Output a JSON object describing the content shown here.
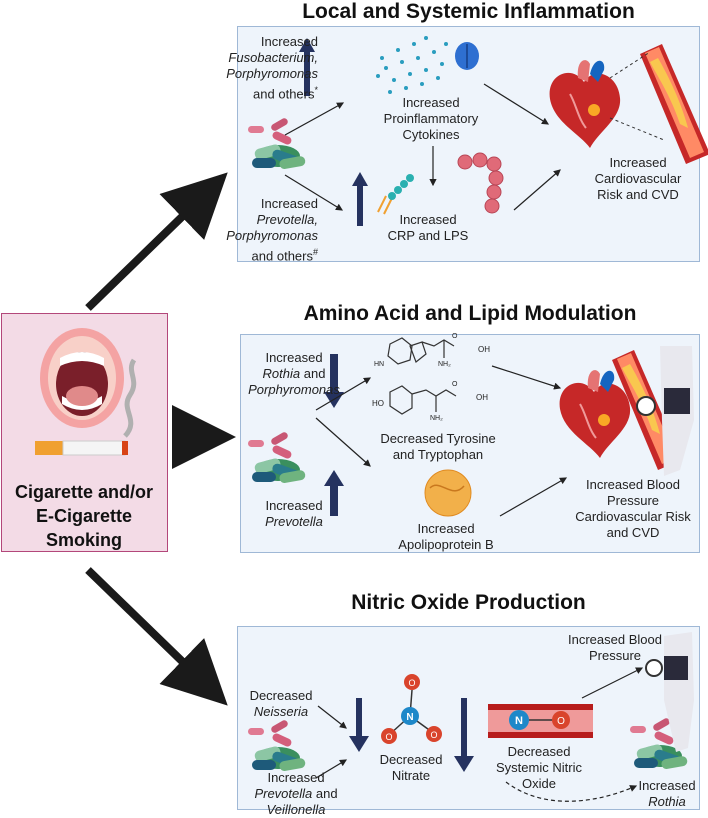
{
  "source": {
    "line1": "Cigarette and/or",
    "line2": "E-Cigarette",
    "line3": "Smoking"
  },
  "panel1": {
    "title": "Local and Systemic Inflammation",
    "bact_up_1": {
      "l1": "Increased",
      "l2": "Fusobacterium,",
      "l3": "Porphyromonas",
      "l4": "and others",
      "sup": "*"
    },
    "bact_up_2": {
      "l1": "Increased",
      "l2": "Prevotella,",
      "l3": "Porphyromonas",
      "l4": "and others",
      "sup": "#"
    },
    "cytokines": {
      "l1": "Increased",
      "l2": "Proinflammatory",
      "l3": "Cytokines"
    },
    "crp": {
      "l1": "Increased",
      "l2": "CRP and LPS"
    },
    "outcome": {
      "l1": "Increased",
      "l2": "Cardiovascular",
      "l3": "Risk and CVD"
    }
  },
  "panel2": {
    "title": "Amino Acid and Lipid Modulation",
    "bact_1": {
      "l1": "Increased",
      "l2a": "Rothia",
      "l2b": " and",
      "l3": "Porphyromonas"
    },
    "bact_2": {
      "l1": "Increased",
      "l2": "Prevotella"
    },
    "chem_labels": {
      "oh1": "OH",
      "oh2": "OH",
      "ho": "HO",
      "nh2a": "NH₂",
      "nh2b": "NH₂",
      "hn": "HN",
      "o1": "O",
      "o2": "O"
    },
    "aa": {
      "l1": "Decreased Tyrosine",
      "l2": "and Tryptophan"
    },
    "apo": {
      "l1": "Increased",
      "l2": "Apolipoprotein B"
    },
    "outcome": {
      "l1": "Increased Blood",
      "l2": "Pressure",
      "l3": "Cardiovascular Risk",
      "l4": "and CVD"
    }
  },
  "panel3": {
    "title": "Nitric Oxide Production",
    "neisseria": {
      "l1": "Decreased",
      "l2": "Neisseria"
    },
    "bact": {
      "l1": "Increased",
      "l2a": "Prevotella",
      "l2b": " and",
      "l3": "Veillonella"
    },
    "nitrate": {
      "l1": "Decreased",
      "l2": "Nitrate"
    },
    "nitrate_atoms": {
      "n": "N",
      "o": "O"
    },
    "no_atoms": {
      "n": "N",
      "o": "O"
    },
    "sys_no": {
      "l1": "Decreased",
      "l2": "Systemic Nitric",
      "l3": "Oxide"
    },
    "bp": {
      "l1": "Increased Blood",
      "l2": "Pressure"
    },
    "rothia": {
      "l1": "Increased",
      "l2": "Rothia"
    }
  },
  "colors": {
    "panel_bg": "#eef4fb",
    "panel_border": "#9fb8d6",
    "source_bg": "#f3dbe6",
    "source_border": "#b3477a",
    "arrow_up_down": "#25325f",
    "big_arrow": "#1a1a1a"
  }
}
